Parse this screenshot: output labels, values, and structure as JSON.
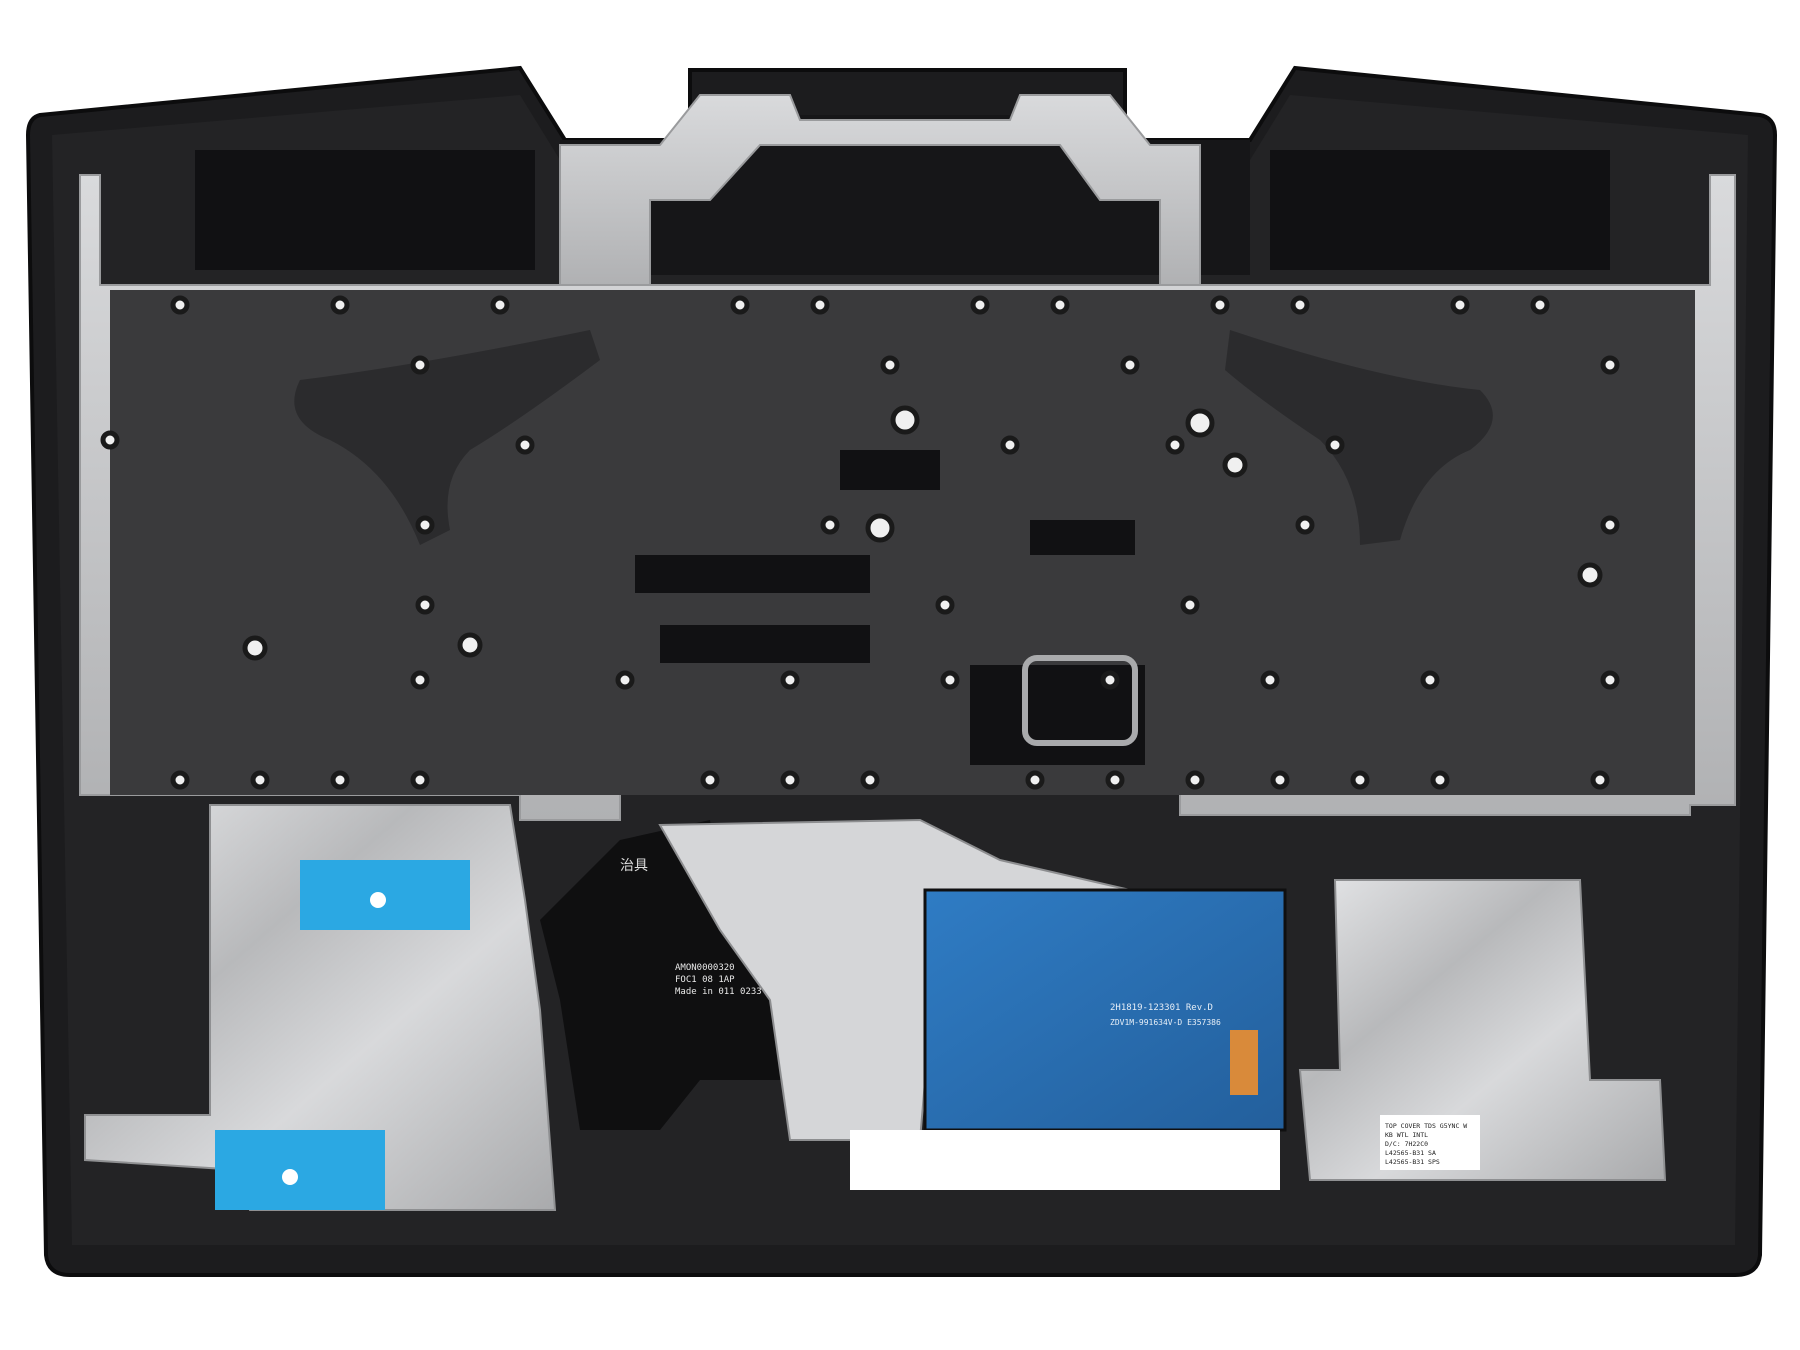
{
  "colors": {
    "background": "#ffffff",
    "chassis": "#1c1c1e",
    "chassis_edge": "#0c0c0d",
    "keyboard_plate": "#3a3a3c",
    "metal_frame": "#c8c9cb",
    "foil": "#c3c4c6",
    "blue_foam": "#2ba8e3",
    "touchpad_pcb": "#2b6fb5",
    "copper_pad": "#d98a3a",
    "flex_cable": "#2a2a2a"
  },
  "labels": {
    "chassis_stamp_1": "AMON0000320",
    "chassis_stamp_2": "FOC1 08 1AP",
    "chassis_stamp_3": "Made in 011 0233",
    "chinese_mark": "治具",
    "pcb_part": "2H1819-123301 Rev.D",
    "pcb_code": "ZDV1M-991634V-D E357386",
    "product_sticker": {
      "line1": "TOP COVER TDS G5YNC W",
      "line2": "KB WTL INTL",
      "line3": "D/C: 7H22C0",
      "line4": "L42565-B31 SA",
      "line5": "L42565-B31 SPS"
    }
  }
}
